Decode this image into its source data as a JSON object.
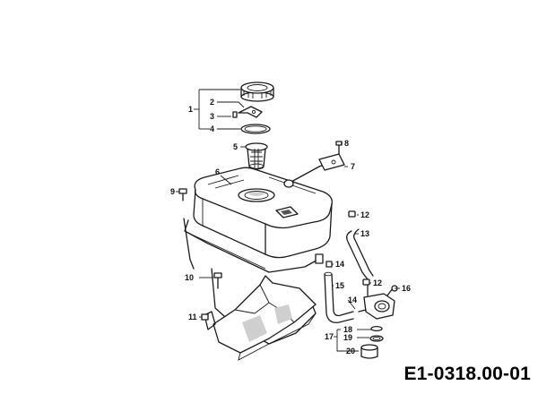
{
  "diagram": {
    "reference_code": "E1-0318.00-01",
    "callouts": {
      "p1": "1",
      "p2": "2",
      "p3": "3",
      "p4": "4",
      "p5": "5",
      "p6": "6",
      "p7": "7",
      "p8": "8",
      "p9": "9",
      "p10": "10",
      "p11": "11",
      "p12a": "12",
      "p12b": "12",
      "p13": "13",
      "p14a": "14",
      "p14b": "14",
      "p15": "15",
      "p16": "16",
      "p17": "17",
      "p18": "18",
      "p19": "19",
      "p20": "20"
    }
  }
}
